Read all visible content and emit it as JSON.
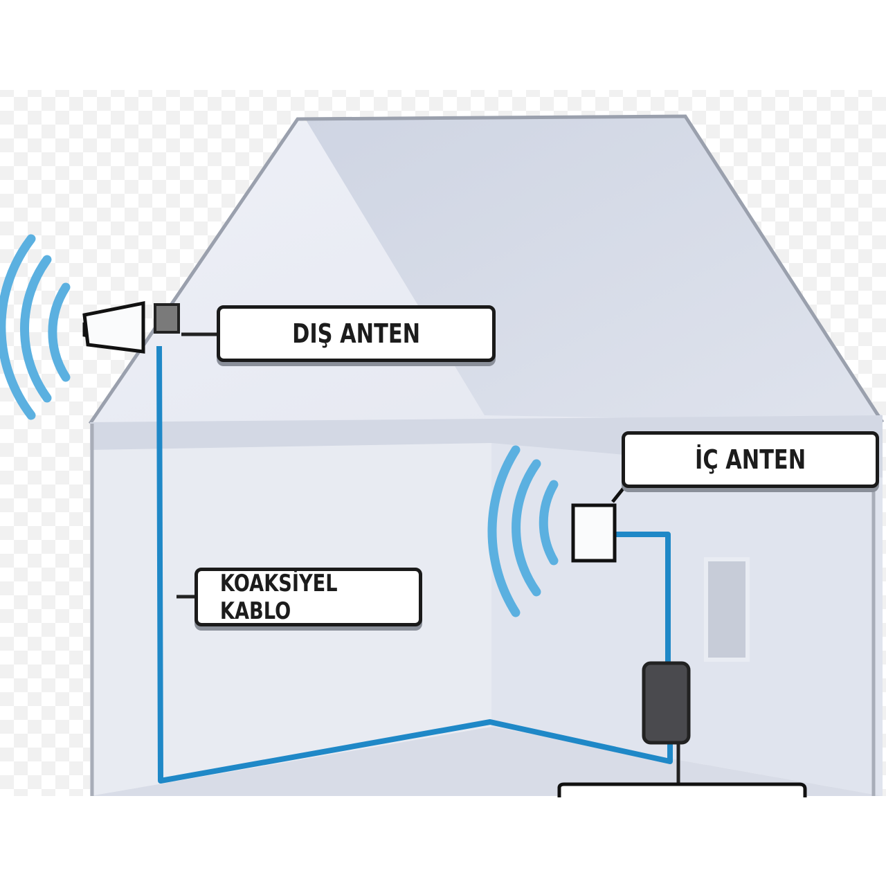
{
  "labels": {
    "outdoor_antenna": "DIŞ ANTEN",
    "indoor_antenna": "İÇ ANTEN",
    "coax_cable": "KOAKSİYEL KABLO"
  },
  "colors": {
    "cable": "#1f88c7",
    "signal": "#5bb0e0",
    "house_wall": "#e3e7f0",
    "roof": "#d6dbe7",
    "repeater": "#4a4a4e"
  }
}
